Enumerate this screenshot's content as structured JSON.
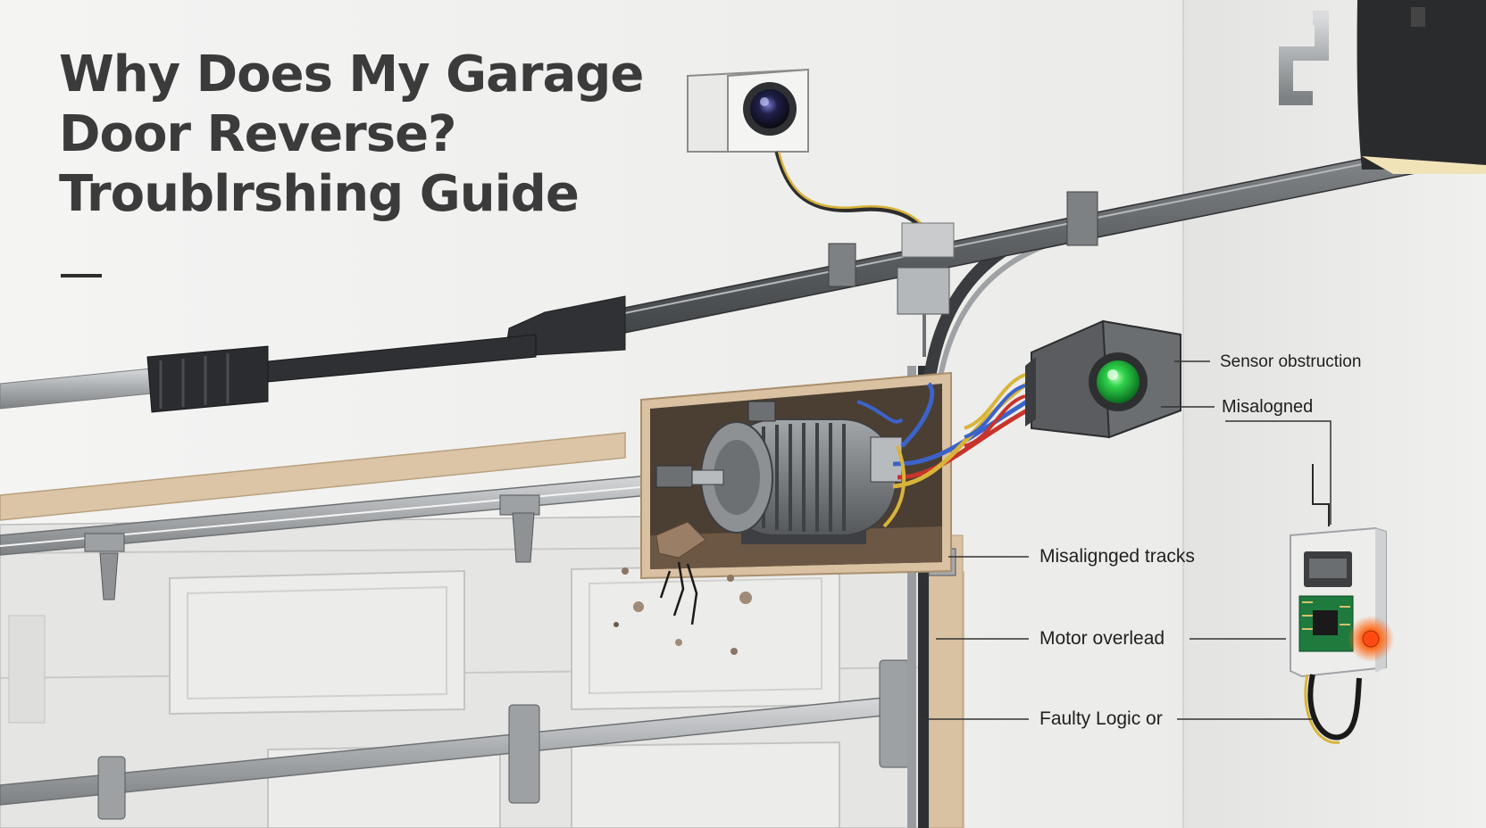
{
  "title": {
    "line1": "Why Does My Garage",
    "line2": "Door Reverse?",
    "line3": "Troublrshing Guide"
  },
  "callouts": {
    "sensor_obstruction": "Sensor obstruction",
    "misaligned": "Misalogned",
    "misaligned_tracks": "Misalignged tracks",
    "motor_overload": "Motor overlead",
    "faulty_logic": "Faulty Logic or"
  },
  "colors": {
    "wall": "#eeeeec",
    "door": "#e4e4e2",
    "frame_wood": "#d9c2a3",
    "rail": "#6f7275",
    "motor": "#8a8d90",
    "sensor_led": "#1ec33a",
    "indicator_led": "#ff5a1a",
    "wire_red": "#c8342b",
    "wire_blue": "#3b63c9",
    "wire_yellow": "#d8b43a"
  },
  "icons": [
    "camera-sensor-icon",
    "photo-eye-sensor-icon",
    "motor-icon",
    "control-box-icon",
    "led-icon"
  ]
}
